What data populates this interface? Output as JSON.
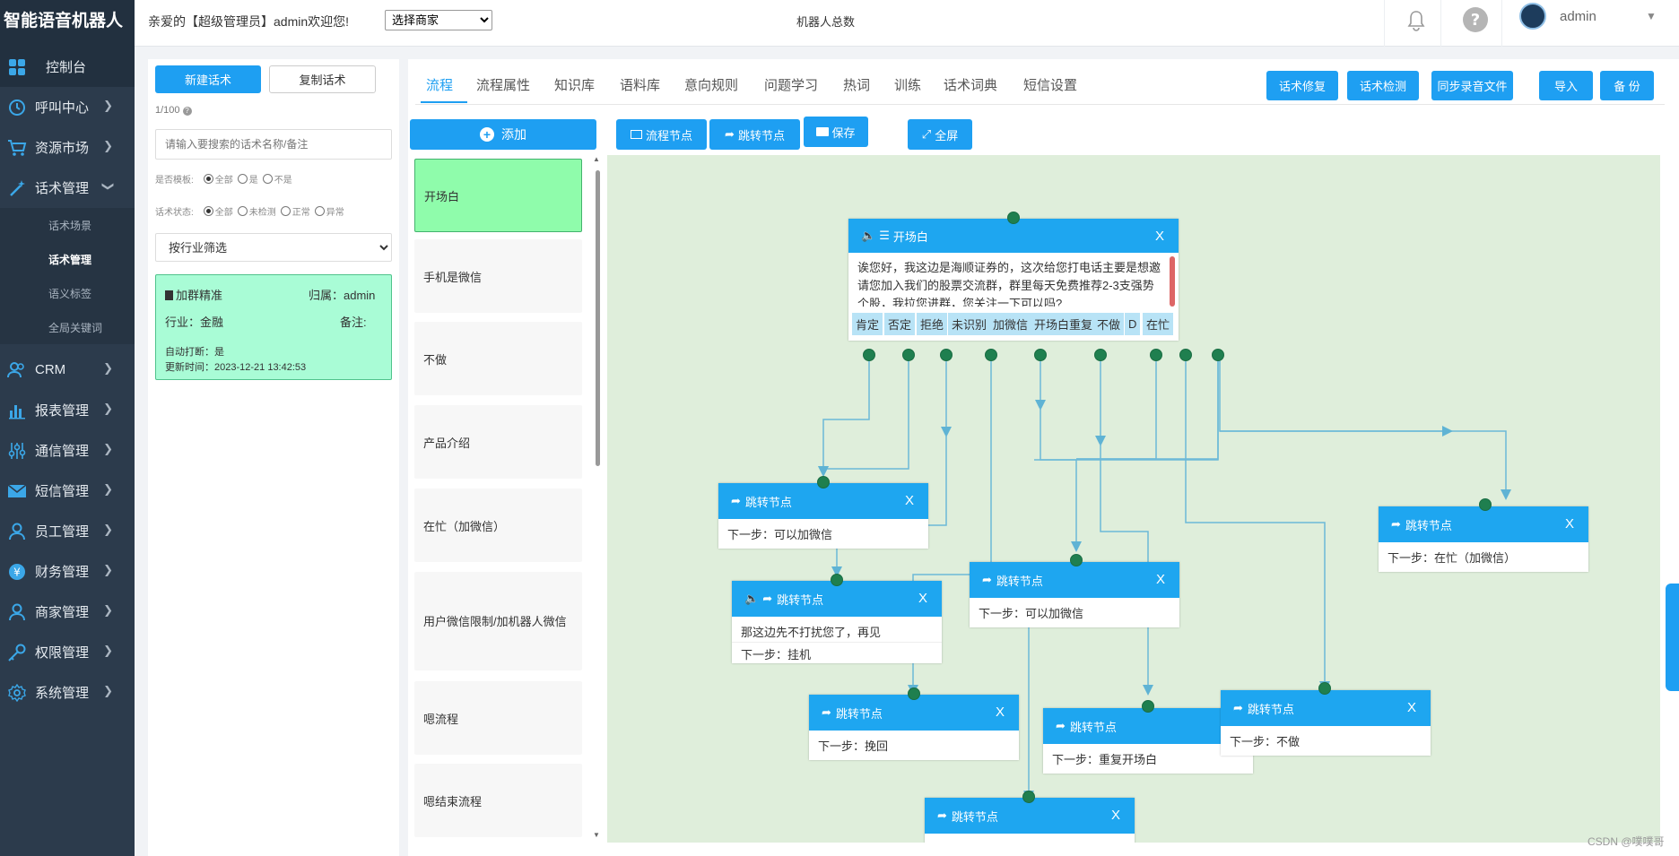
{
  "app": {
    "title": "智能语音机器人"
  },
  "sidebar": {
    "items": [
      {
        "label": "控制台",
        "icon": "dashboard-icon"
      },
      {
        "label": "呼叫中心",
        "icon": "clock-icon"
      },
      {
        "label": "资源市场",
        "icon": "cart-icon"
      },
      {
        "label": "话术管理",
        "icon": "magic-wand-icon"
      },
      {
        "label": "CRM",
        "icon": "users-icon"
      },
      {
        "label": "报表管理",
        "icon": "bar-chart-icon"
      },
      {
        "label": "通信管理",
        "icon": "sliders-icon"
      },
      {
        "label": "短信管理",
        "icon": "envelope-icon"
      },
      {
        "label": "员工管理",
        "icon": "user-icon"
      },
      {
        "label": "财务管理",
        "icon": "yen-icon"
      },
      {
        "label": "商家管理",
        "icon": "user-icon"
      },
      {
        "label": "权限管理",
        "icon": "key-icon"
      },
      {
        "label": "系统管理",
        "icon": "gear-icon"
      }
    ],
    "sub_items": [
      "话术场景",
      "话术管理",
      "语义标签",
      "全局关键词"
    ]
  },
  "header": {
    "welcome": "亲爱的【超级管理员】admin欢迎您!",
    "merchant_select": "选择商家",
    "robot_total": "机器人总数",
    "username": "admin"
  },
  "script_panel": {
    "new_button": "新建话术",
    "copy_button": "复制话术",
    "count": "1/100",
    "search_placeholder": "请输入要搜索的话术名称/备注",
    "template_label": "是否模板:",
    "template_options": [
      "全部",
      "是",
      "不是"
    ],
    "status_label": "话术状态:",
    "status_options": [
      "全部",
      "未检测",
      "正常",
      "异常"
    ],
    "industry_select": "按行业筛选",
    "card": {
      "name": "加群精准",
      "owner": "归属：admin",
      "industry": "行业：金融",
      "remark": "备注:",
      "auto_hangup": "自动打断：是",
      "updated": "更新时间：2023-12-21 13:42:53"
    }
  },
  "tabs": [
    "流程",
    "流程属性",
    "知识库",
    "语料库",
    "意向规则",
    "问题学习",
    "热词",
    "训练",
    "话术词典",
    "短信设置"
  ],
  "actions": [
    "话术修复",
    "话术检测",
    "同步录音文件",
    "导入",
    "备 份"
  ],
  "toolbar": {
    "add": "添加",
    "flow_node": "流程节点",
    "jump_node": "跳转节点",
    "save": "保存",
    "fullscreen": "全屏"
  },
  "node_list": [
    "开场白",
    "手机是微信",
    "不做",
    "产品介绍",
    "在忙（加微信）",
    "用户微信限制/加机器人微信",
    "嗯流程",
    "嗯结束流程"
  ],
  "canvas": {
    "start_node": {
      "title": "开场白",
      "close": "X",
      "text": "诶您好，我这边是海顺证券的，这次给您打电话主要是想邀请您加入我们的股票交流群，群里每天免费推荐2-3支强势个股，我拉您进群，您关注一下可以吗?",
      "keywords": [
        "肯定",
        "否定",
        "拒绝",
        "未识别",
        "加微信",
        "开场白重复",
        "不做",
        "D",
        "在忙"
      ]
    },
    "jump_nodes": [
      {
        "title": "跳转节点",
        "next": "下一步：可以加微信"
      },
      {
        "title": "跳转节点",
        "text": "那这边先不打扰您了，再见",
        "next": "下一步：挂机"
      },
      {
        "title": "跳转节点",
        "next": "下一步：可以加微信"
      },
      {
        "title": "跳转节点",
        "next": "下一步：在忙（加微信）"
      },
      {
        "title": "跳转节点",
        "next": "下一步：挽回"
      },
      {
        "title": "跳转节点",
        "next": "下一步：重复开场白"
      },
      {
        "title": "跳转节点",
        "next": "下一步：不做"
      },
      {
        "title": "跳转节点",
        "next": ""
      }
    ]
  },
  "watermark": "CSDN @噗噗哥",
  "colors": {
    "sidebar": "#2c3b4c",
    "primary": "#1e9ff2",
    "canvas": "#dfeedb",
    "selected": "#8ffcab",
    "card": "#a9fcd6",
    "connector": "#5fb3d4",
    "port": "#1f7f4f"
  }
}
